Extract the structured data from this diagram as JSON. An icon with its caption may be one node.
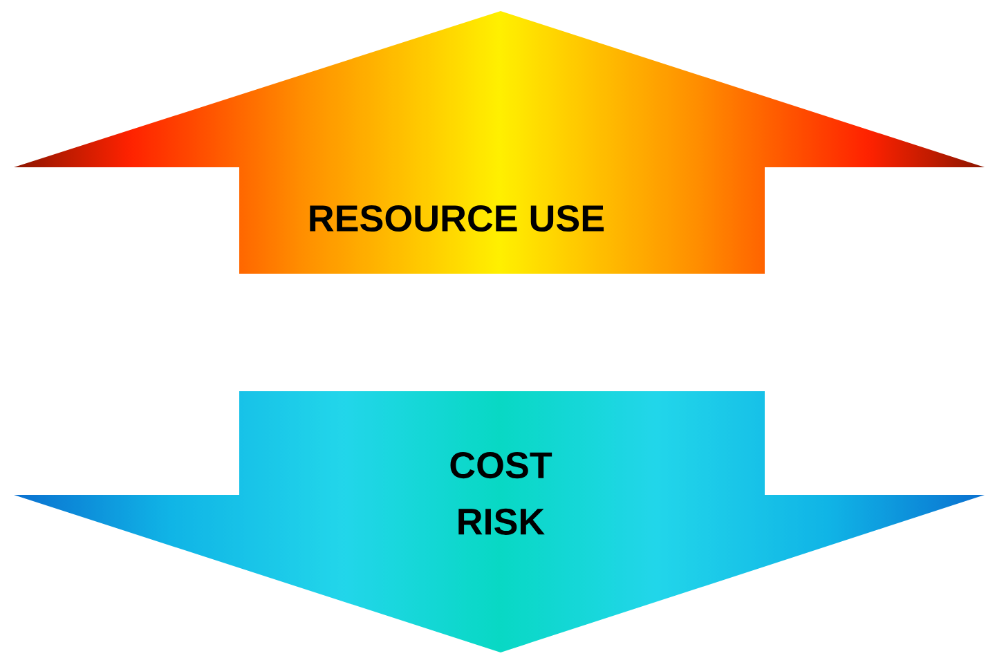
{
  "diagram": {
    "nodes": [
      {
        "text": [
          "RESOURCE USE"
        ]
      },
      {
        "text": [
          "COST",
          "RISK"
        ]
      }
    ]
  }
}
